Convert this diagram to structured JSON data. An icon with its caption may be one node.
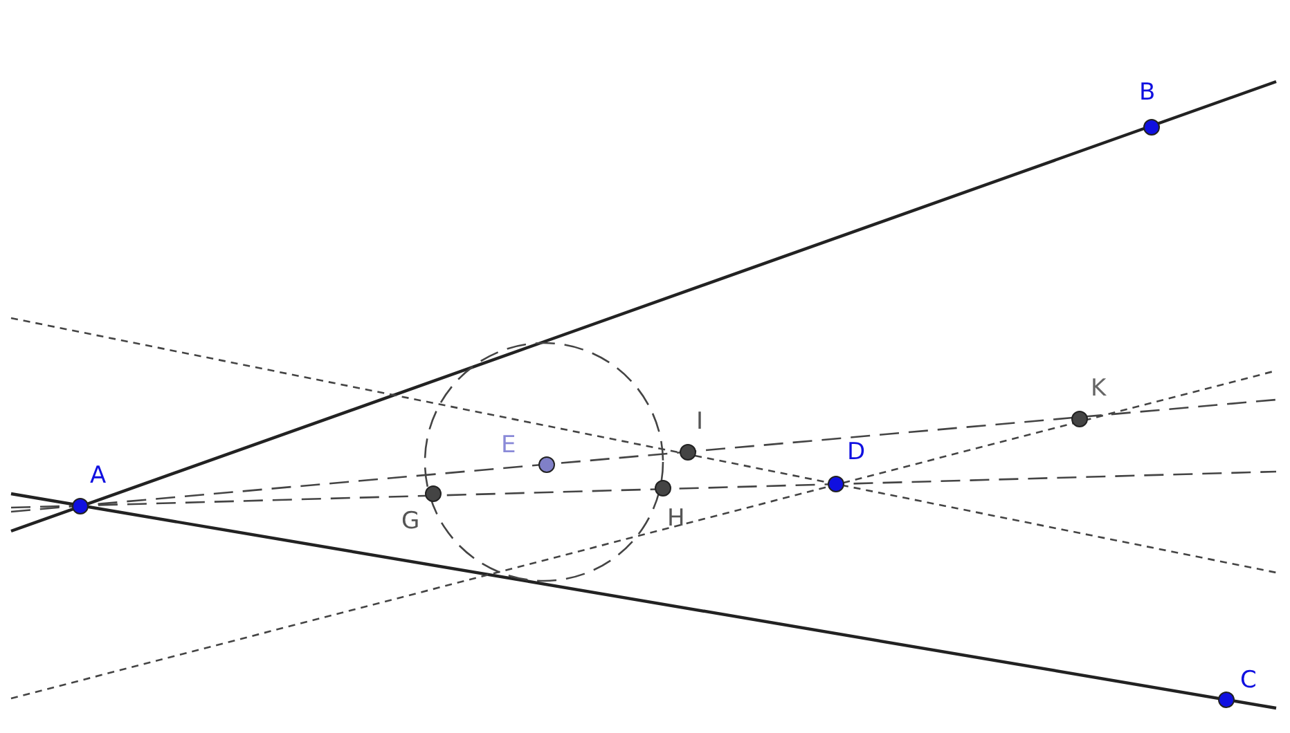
{
  "diagram": {
    "labels": [
      "B",
      "K",
      "I",
      "E",
      "D",
      "A",
      "G",
      "H",
      "C"
    ]
  }
}
